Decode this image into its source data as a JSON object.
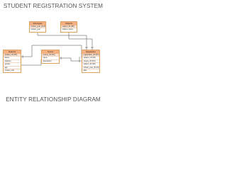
{
  "diagram": {
    "title": "STUDENT REGISTRATION SYSTEM",
    "subtitle": "ENTITY RELATIONSHIP DIAGRAM"
  },
  "colors": {
    "entity_header": "#f4b183",
    "entity_border": "#e0a060",
    "key_row": "#fbe5d6",
    "connector": "#444444",
    "title_text": "#555555"
  },
  "entities": {
    "schoolyear": {
      "name": "Schoolyear",
      "fields": [
        "school_year_ID (PK)",
        "school_year"
      ]
    },
    "subjects": {
      "name": "Subjects",
      "fields": [
        "subject_ID (PK)",
        "subject_name"
      ]
    },
    "student": {
      "name": "Students",
      "fields": [
        "student_ID (PK)",
        "Name",
        "Address",
        "gender",
        "age",
        "contact_info"
      ]
    },
    "course": {
      "name": "Course",
      "fields": [
        "course_ID (PK)",
        "name",
        "description"
      ]
    },
    "registration": {
      "name": "Registration",
      "fields": [
        "registration_ID (PK)",
        "student_ID (FK)",
        "course_ID (FK)",
        "subject_ID (FK)",
        "school_year_ID (FK)",
        "date"
      ]
    }
  }
}
